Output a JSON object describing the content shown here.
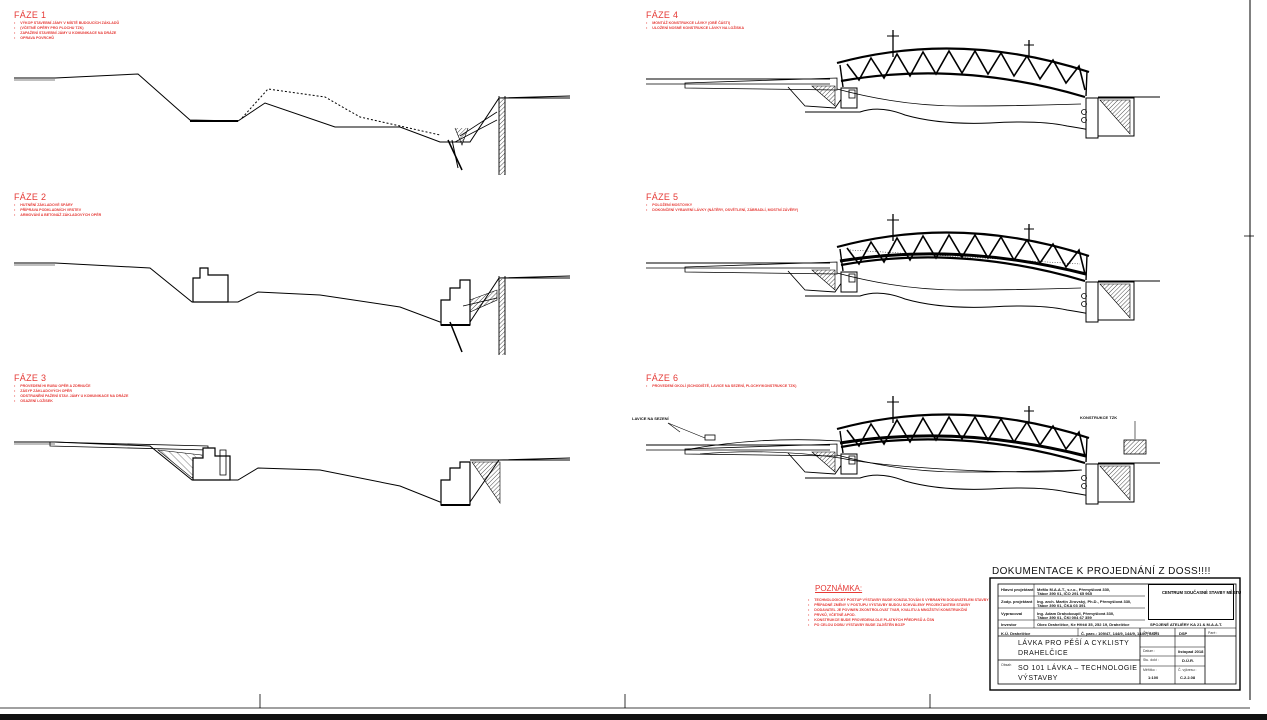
{
  "phases": [
    {
      "title": "FÁZE 1",
      "notes": [
        "VÝKOP STAVEBNÍ JÁMY V MÍSTĚ BUDOUCÍCH ZÁKLADŮ",
        "(VČETNĚ OPĚRY PRO PLOCHU TZK)",
        "ZAPAŽENÍ STAVEBNÍ JÁMY U KOMUNIKACE NA DRÁZE",
        "OPRAVA POVRCHŮ"
      ]
    },
    {
      "title": "FÁZE 2",
      "notes": [
        "HUTNĚNÍ ZÁKLADOVÉ SPÁRY",
        "PŘÍPRAVA PODKLADNÍCH VRSTEV",
        "ARMOVÁNÍ A BETONÁŽ ZÁKLADOVÝCH OPĚR"
      ]
    },
    {
      "title": "FÁZE 3",
      "notes": [
        "PROVEDENÍ HI RUBU OPĚR A ZDRNUČE",
        "ZÁSYP ZÁKLADOVÝCH OPĚR",
        "ODSTRANĚNÍ PAŽENÍ STAV. JÁMY U KOMUNIKACE NA DRÁZE",
        "OSAZENÍ LOŽISEK"
      ]
    },
    {
      "title": "FÁZE 4",
      "notes": [
        "MONTÁŽ KONSTRUKCE LÁVKY (OBĚ ČÁSTI)",
        "ULOŽENÍ NOSNÉ KONSTRUKCE LÁVKY NA LOŽISKA"
      ]
    },
    {
      "title": "FÁZE 5",
      "notes": [
        "POLOŽENÍ MOSTOVKY",
        "DOKONČENÍ VYBAVENÍ LÁVKY (NÁTĚRY, OSVĚTLENÍ, ZÁBRADLÍ, MOSTNÍ ZÁVĚRY)"
      ]
    },
    {
      "title": "FÁZE 6",
      "notes": [
        "PROVEDENÍ OKOLÍ (SCHODIŠTĚ, LAVICE NA SEZENÍ, PLOCHY/KONSTRUKCE TZK)"
      ]
    }
  ],
  "callouts": {
    "lavice": "LAVICE NA SEZENÍ",
    "konstrukce": "KONSTRUKCE TZK"
  },
  "poznamka": {
    "title": "POZNÁMKA:",
    "notes": [
      "TECHNOLOGICKÝ POSTUP VÝSTAVBY BUDE KONZULTOVÁN S VYBRANÝM DODAVATELEM STAVBY",
      "PŘÍPADNÉ ZMĚNY V POSTUPU VÝSTAVBY BUDOU SCHVÁLENY PROJEKTANTEM STAVBY",
      "DODAVATEL JE POVINEN ZKONTROLOVAT TVAR, KVALITU A MNOŽSTVÍ KONSTRUKČNÍ",
      "PRVKŮ, VČETNĚ APOD.",
      "KONSTRUKCE BUDE PROVEDENA DLE PLATNÝCH PŘEDPISŮ A ČSN",
      "PO CELOU DOBU VÝSTAVBY BUDE ZAJIŠTĚN BOZP"
    ]
  },
  "title_block": {
    "doc_title": "DOKUMENTACE K PROJEDNÁNÍ Z DOSS!!!!",
    "rows": [
      {
        "label": "Hlavní projektant",
        "value": "MeMo M.A.A.T., s.r.o., Přemyšlová 330,",
        "value2": "Tábor 390 01, IČO 291 65 965"
      },
      {
        "label": "Zodp. projektant",
        "value": "Ing. arch. Martin Jirovský, Ph.D., Přemyšlová 330,",
        "value2": "Tábor 390 01, ČKA 03 391"
      },
      {
        "label": "Vypracoval",
        "value": "Ing. Adam Drahokoupil, Přemyšlová 330,",
        "value2": "Tábor 390 01, ČKI 004 67 359"
      },
      {
        "label": "Investor",
        "value": "Obec Drahelčice, Ke Hřišti 35, 252 19, Drahelčice"
      }
    ],
    "ku_label": "K.Ú. Drahelčice",
    "parcel": "Č. parc.: 109/47, 144/9, 144/9, 144/7, 842/1",
    "project_name": [
      "LÁVKA PRO PĚŠÍ A CYKLISTY",
      "DRAHELČICE"
    ],
    "object_name": [
      "SO 101 LÁVKA – TECHNOLOGIE",
      "VÝSTAVBY"
    ],
    "obsah_label": "Obsah",
    "fields": [
      {
        "label": "Číslo zak.:",
        "value": ""
      },
      {
        "label": "Datum :",
        "value": "listopad 2018"
      },
      {
        "label": "Stu. dokt :",
        "value": "D.Ú.R."
      },
      {
        "label": "Měřítko :",
        "value": "1:100"
      },
      {
        "label": "Č. výkresu :",
        "value": "C.2.2.08"
      }
    ],
    "phase_label": "DSP",
    "paré_label": "Paré :",
    "logo_text": "CENTRUM SOUČASNÉ STAVBY MĚSTŮ",
    "logo_sub": "SPOJENÉ ATELIÉRY KA 21 & M.A.A.T."
  },
  "colors": {
    "accent_red": "#e53935",
    "line": "#000000"
  }
}
